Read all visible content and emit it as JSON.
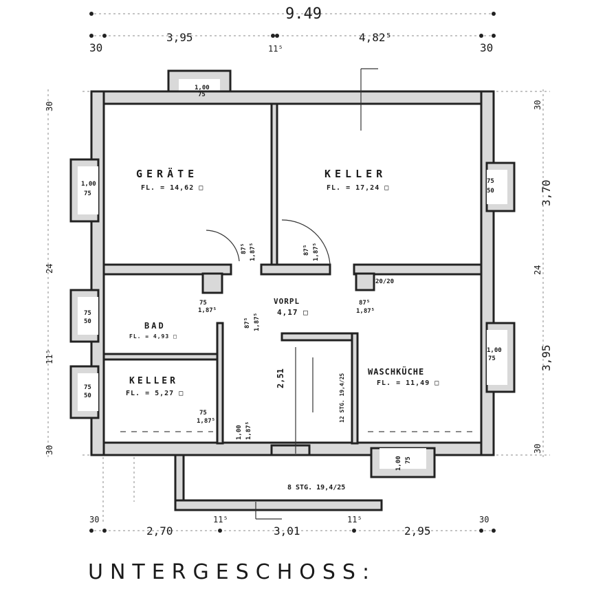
{
  "title": "UNTERGESCHOSS:",
  "rooms": {
    "geraete": {
      "name": "GERÄTE",
      "area": "FL. = 14,62 □"
    },
    "keller_large": {
      "name": "KELLER",
      "area": "FL. = 17,24 □"
    },
    "vorpl": {
      "name": "VORPL",
      "area": "4,17 □"
    },
    "bad": {
      "name": "BAD",
      "area": "FL. = 4,93 □"
    },
    "keller_small": {
      "name": "KELLER",
      "area": "FL. = 5,27 □"
    },
    "waschkueche": {
      "name": "WASCHKÜCHE",
      "area": "FL. = 11,49 □"
    }
  },
  "dimensions": {
    "top_total": "9.49",
    "top": [
      "30",
      "3,95",
      "11⁵",
      "4,82⁵",
      "30"
    ],
    "bottom": [
      "30",
      "2,70",
      "11⁵",
      "3,01",
      "11⁵",
      "2,95",
      "30"
    ],
    "left": [
      "30",
      "24",
      "11⁵",
      "30"
    ],
    "right": [
      "30",
      "3,70",
      "24",
      "3,95",
      "30"
    ]
  },
  "annotations": {
    "stair_width": "2,51",
    "stair_steps": "8 STG. 19,4/25",
    "stair_flight": "12 STG. 19,4/25",
    "chimney": "20/20",
    "window_top": [
      "1,00",
      "75"
    ],
    "window_left1": [
      "1,00",
      "75"
    ],
    "window_left2": [
      "75",
      "50"
    ],
    "window_left3": [
      "75",
      "50"
    ],
    "window_right1": [
      "75",
      "50"
    ],
    "window_right2": [
      "1,00",
      "75"
    ],
    "window_bottom": [
      "1,00",
      "75"
    ],
    "door_geraete": [
      "87⁵",
      "1,87⁵"
    ],
    "door_keller": [
      "87⁵",
      "1,87⁵"
    ],
    "door_bad": [
      "75",
      "1,87⁵"
    ],
    "door_vorpl": [
      "87⁵",
      "1,87⁵"
    ],
    "door_wasch": [
      "87⁵",
      "1,87⁵"
    ],
    "door_keller_small": [
      "75",
      "1,87⁵"
    ],
    "door_entry": [
      "1,00",
      "1,87⁵"
    ]
  }
}
